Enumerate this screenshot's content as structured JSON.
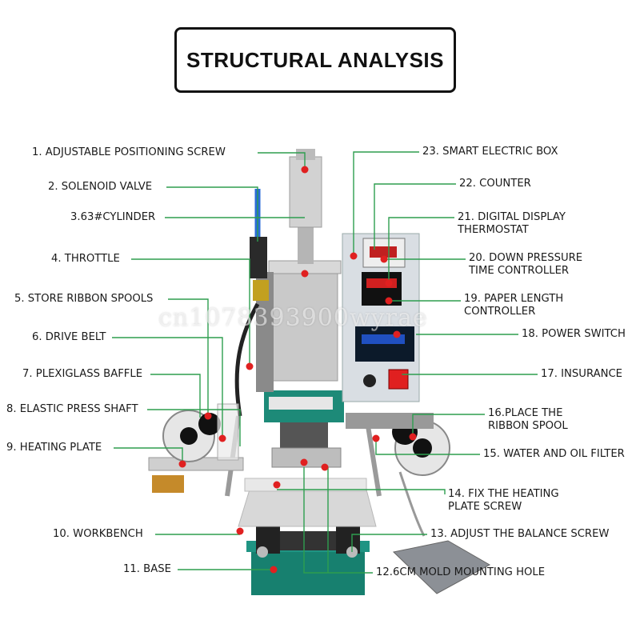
{
  "title": "STRUCTURAL ANALYSIS",
  "watermark": "cn1078393900wyrae",
  "colors": {
    "line": "#2e9e4f",
    "dot": "#e02020",
    "machine_green": "#1a8a7a",
    "frame": "#111111"
  },
  "labels": [
    {
      "id": "l1",
      "text": "1. ADJUSTABLE POSITIONING SCREW"
    },
    {
      "id": "l2",
      "text": "2. SOLENOID VALVE"
    },
    {
      "id": "l3",
      "text": "3.63#CYLINDER"
    },
    {
      "id": "l4",
      "text": "4. THROTTLE"
    },
    {
      "id": "l5",
      "text": "5. STORE RIBBON SPOOLS"
    },
    {
      "id": "l6",
      "text": "6. DRIVE BELT"
    },
    {
      "id": "l7",
      "text": "7. PLEXIGLASS BAFFLE"
    },
    {
      "id": "l8",
      "text": "8. ELASTIC PRESS SHAFT"
    },
    {
      "id": "l9",
      "text": "9. HEATING PLATE"
    },
    {
      "id": "l10",
      "text": "10. WORKBENCH"
    },
    {
      "id": "l11",
      "text": "11. BASE"
    },
    {
      "id": "l12",
      "text": "12.6CM MOLD MOUNTING HOLE"
    },
    {
      "id": "l13",
      "text": "13. ADJUST THE BALANCE SCREW"
    },
    {
      "id": "l14",
      "text": "14. FIX THE HEATING\nPLATE SCREW"
    },
    {
      "id": "l15",
      "text": "15. WATER AND OIL FILTER"
    },
    {
      "id": "l16",
      "text": "16.PLACE THE\nRIBBON SPOOL"
    },
    {
      "id": "l17",
      "text": "17. INSURANCE"
    },
    {
      "id": "l18",
      "text": "18. POWER SWITCH"
    },
    {
      "id": "l19",
      "text": "19. PAPER LENGTH\nCONTROLLER"
    },
    {
      "id": "l20",
      "text": "20. DOWN PRESSURE\nTIME CONTROLLER"
    },
    {
      "id": "l21",
      "text": "21. DIGITAL DISPLAY\nTHERMOSTAT"
    },
    {
      "id": "l22",
      "text": "22. COUNTER"
    },
    {
      "id": "l23",
      "text": "23. SMART ELECTRIC BOX"
    }
  ]
}
